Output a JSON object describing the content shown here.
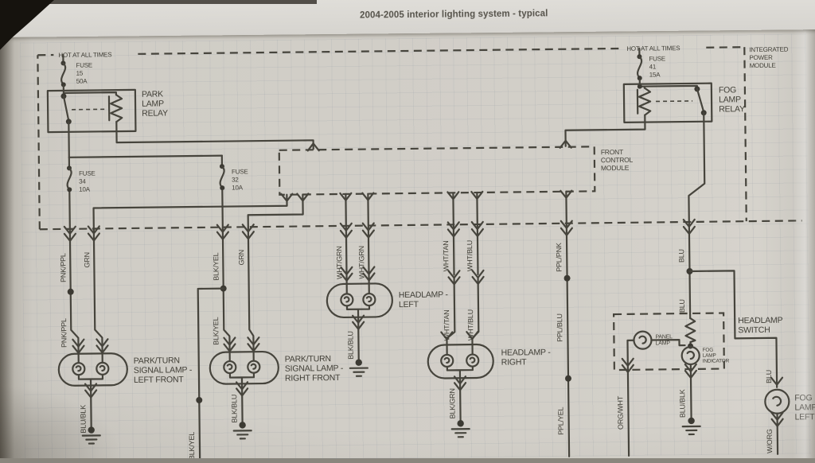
{
  "title": "2004-2005 interior lighting system - typical",
  "colors": {
    "paper": "#d0cdc6",
    "paper_top": "#dcdad5",
    "ink": "#46443c",
    "grid": "#788496"
  },
  "power": {
    "hot_left": "HOT AT ALL TIMES",
    "hot_right": "HOT AT ALL TIMES"
  },
  "fuses": {
    "f15": [
      "FUSE",
      "15",
      "50A"
    ],
    "f41": [
      "FUSE",
      "41",
      "15A"
    ],
    "f34": [
      "FUSE",
      "34",
      "10A"
    ],
    "f32": [
      "FUSE",
      "32",
      "10A"
    ]
  },
  "modules": {
    "ipm": [
      "INTEGRATED",
      "POWER",
      "MODULE"
    ],
    "fcm": [
      "FRONT",
      "CONTROL",
      "MODULE"
    ],
    "headlamp_switch": [
      "HEADLAMP",
      "SWITCH"
    ]
  },
  "relays": {
    "park": [
      "PARK",
      "LAMP",
      "RELAY"
    ],
    "fog": [
      "FOG",
      "LAMP",
      "RELAY"
    ]
  },
  "lamps": {
    "pt_left": [
      "PARK/TURN",
      "SIGNAL LAMP -",
      "LEFT FRONT"
    ],
    "pt_right": [
      "PARK/TURN",
      "SIGNAL LAMP -",
      "RIGHT FRONT"
    ],
    "hl_left": [
      "HEADLAMP -",
      "LEFT"
    ],
    "hl_right": [
      "HEADLAMP -",
      "RIGHT"
    ],
    "fog_left": [
      "FOG",
      "LAMP -",
      "LEFT"
    ],
    "panel": [
      "PANEL",
      "LAMP"
    ],
    "fog_ind": [
      "FOG",
      "LAMP",
      "INDICATOR"
    ]
  },
  "wires": {
    "pnk_ppl": "PNK/PPL",
    "grn": "GRN",
    "blk_yel": "BLK/YEL",
    "wht_grn": "WHT/GRN",
    "wht_tan": "WHT/TAN",
    "wht_blu": "WHT/BLU",
    "ppl_pnk": "PPL/PNK",
    "ppl_blu": "PPL/BLU",
    "ppl_yel": "PPL/YEL",
    "blu": "BLU",
    "blu_blk": "BLU/BLK",
    "blk_blu": "BLK/BLU",
    "blk_grn": "BLK/GRN",
    "org_wht": "ORG/WHT",
    "w_org": "W/ORG"
  }
}
